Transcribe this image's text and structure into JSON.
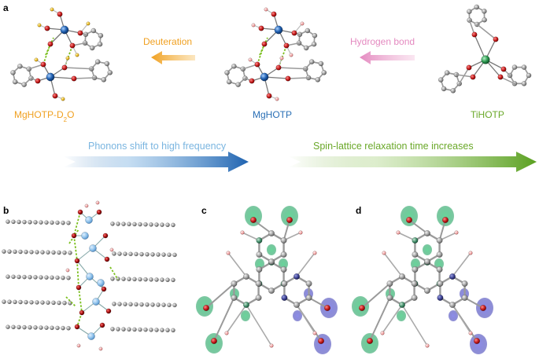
{
  "panels": {
    "a": "a",
    "b": "b",
    "c": "c",
    "d": "d"
  },
  "captions": {
    "mghotp_d2o_main": "MgHOTP-D",
    "mghotp_d2o_sub": "2",
    "mghotp_d2o_tail": "O",
    "mghotp": "MgHOTP",
    "tihotp": "TiHOTP"
  },
  "arrows": {
    "deuteration": "Deuteration",
    "hydrogen_bond": "Hydrogen bond",
    "phonons": "Phonons shift to high frequency",
    "spin_lattice": "Spin-lattice relaxation time increases"
  },
  "colors": {
    "orange": "#f0a020",
    "blue": "#2a6fb5",
    "pink": "#e48ac0",
    "green": "#6aa829",
    "light_blue": "#7ab5e0",
    "mg": "#1f5fb0",
    "ti": "#2e9a52",
    "oxygen": "#c02020",
    "carbon": "#8a8a8a",
    "hydrogen_light": "#f0b0b0",
    "deuterium": "#e8b820"
  }
}
